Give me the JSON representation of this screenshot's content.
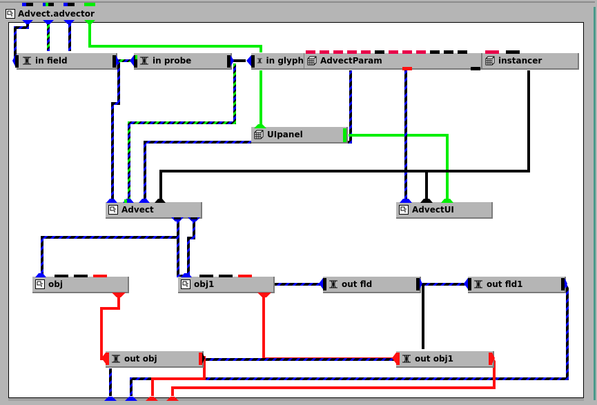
{
  "window": {
    "title": "Advect.advector"
  },
  "colors": {
    "background": "#ffffff",
    "module_face": "#b5b5b5",
    "field_port": "#0000ff",
    "wire_dark": "#000000",
    "wire_green": "#00ee00",
    "wire_red": "#ff1010",
    "param_port": "#e8004a"
  },
  "modules": [
    {
      "id": "in_field",
      "label": "in field",
      "icon": "macro-link-icon"
    },
    {
      "id": "in_probe",
      "label": "in probe",
      "icon": "macro-link-icon"
    },
    {
      "id": "in_glyph",
      "label": "in glyph",
      "icon": "macro-link-icon"
    },
    {
      "id": "advect_param",
      "label": "AdvectParam",
      "icon": "grid-cube-icon"
    },
    {
      "id": "instancer",
      "label": "instancer",
      "icon": "grid-cube-icon"
    },
    {
      "id": "uipanel",
      "label": "UIpanel",
      "icon": "grid-cube-icon"
    },
    {
      "id": "advect",
      "label": "Advect",
      "icon": "macro-module-icon"
    },
    {
      "id": "advect_ui",
      "label": "AdvectUI",
      "icon": "macro-module-icon"
    },
    {
      "id": "obj",
      "label": "obj",
      "icon": "macro-module-icon"
    },
    {
      "id": "obj1",
      "label": "obj1",
      "icon": "macro-module-icon"
    },
    {
      "id": "out_fld",
      "label": "out fld",
      "icon": "macro-link-icon"
    },
    {
      "id": "out_fld1",
      "label": "out fld1",
      "icon": "macro-link-icon"
    },
    {
      "id": "out_obj",
      "label": "out obj",
      "icon": "macro-link-icon"
    },
    {
      "id": "out_obj1",
      "label": "out obj1",
      "icon": "macro-link-icon"
    }
  ]
}
